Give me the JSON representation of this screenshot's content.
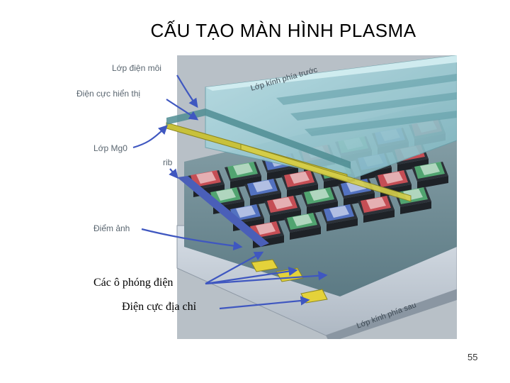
{
  "slide": {
    "title": "CẤU TẠO MÀN HÌNH PLASMA",
    "page_number": "55"
  },
  "diagram": {
    "labels": {
      "dielectric_layer": "Lớp điện môi",
      "display_electrode": "Điện cực hiển thị",
      "mgo_layer": "Lớp Mg0",
      "rib": "rib",
      "pixel": "Điểm ảnh",
      "front_glass": "Lớp kính phía trước",
      "rear_glass": "Lớp kính phía sau"
    },
    "callouts": {
      "discharge_cells": "Các ô phóng điện",
      "address_electrode": "Điện cực địa chỉ"
    },
    "colors": {
      "cell_red": "#e0535a",
      "cell_green": "#58b87a",
      "cell_blue": "#5a7ed8",
      "rib": "#2c3138",
      "electrode": "#c8c13a",
      "arrow": "#3f57c0",
      "front_glass": "#9fcfd8",
      "rear_glass": "#c9d2db"
    }
  }
}
